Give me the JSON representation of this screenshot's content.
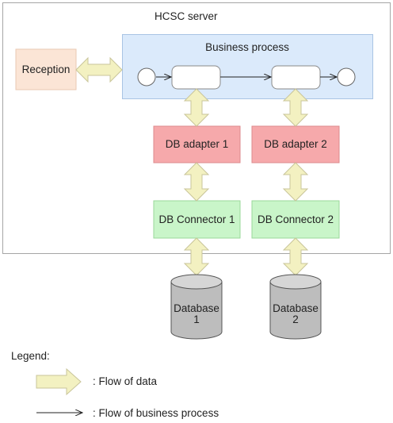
{
  "server": {
    "title": "HCSC server"
  },
  "reception": {
    "label": "Reception"
  },
  "business_process": {
    "title": "Business process"
  },
  "adapters": [
    {
      "label": "DB adapter 1"
    },
    {
      "label": "DB adapter 2"
    }
  ],
  "connectors": [
    {
      "label": "DB Connector 1"
    },
    {
      "label": "DB Connector 2"
    }
  ],
  "databases": [
    {
      "line1": "Database",
      "line2": "1"
    },
    {
      "line1": "Database",
      "line2": "2"
    }
  ],
  "legend": {
    "title": "Legend:",
    "data_flow": ": Flow of data",
    "process_flow": ": Flow of business process"
  },
  "colors": {
    "reception": "#fbe5d6",
    "business_process": "#dbeafb",
    "adapter": "#f6a9ab",
    "connector": "#c9f5c9",
    "arrow_fill": "#f3f1c1",
    "database": "#bdbdbd"
  }
}
